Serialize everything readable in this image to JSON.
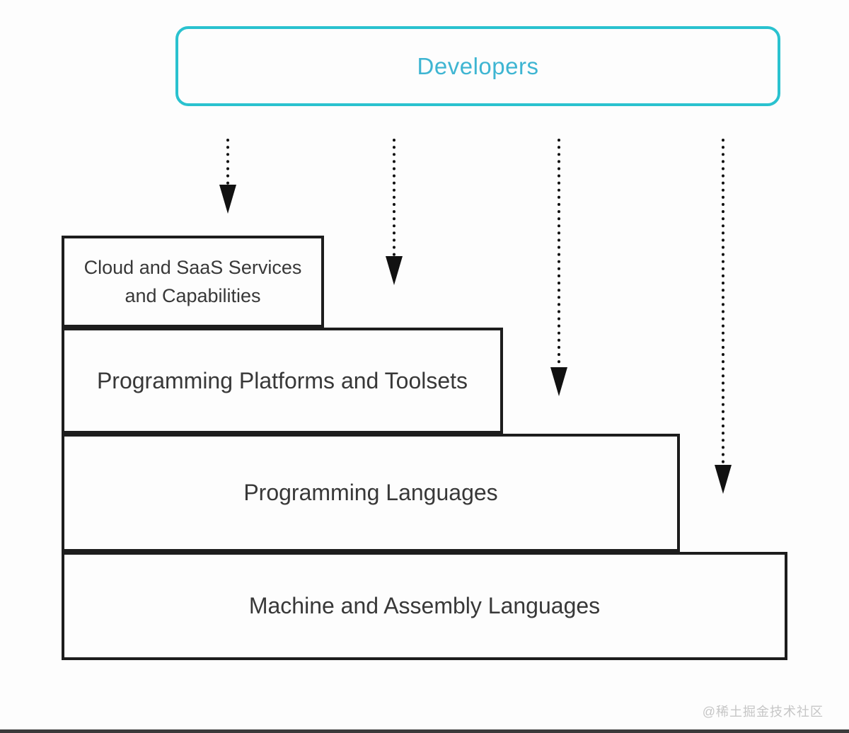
{
  "theme": {
    "bg": "#fdfdfd",
    "accent": "#2ac2cf",
    "accent_text": "#3eb5d2",
    "line": "#1d1d1d",
    "text": "#383838",
    "watermark": "#c6c6c6",
    "bottom_bar": "#3b3b3b"
  },
  "diagram": {
    "top_box": {
      "label": "Developers"
    },
    "arrows": {
      "count": 4,
      "style": "dotted",
      "direction": "down",
      "color": "#111111"
    },
    "layers": [
      {
        "label": "Cloud and SaaS Services and Capabilities"
      },
      {
        "label": "Programming Platforms and Toolsets"
      },
      {
        "label": "Programming Languages"
      },
      {
        "label": "Machine and Assembly Languages"
      }
    ]
  },
  "watermark": {
    "text": "@稀土掘金技术社区"
  }
}
